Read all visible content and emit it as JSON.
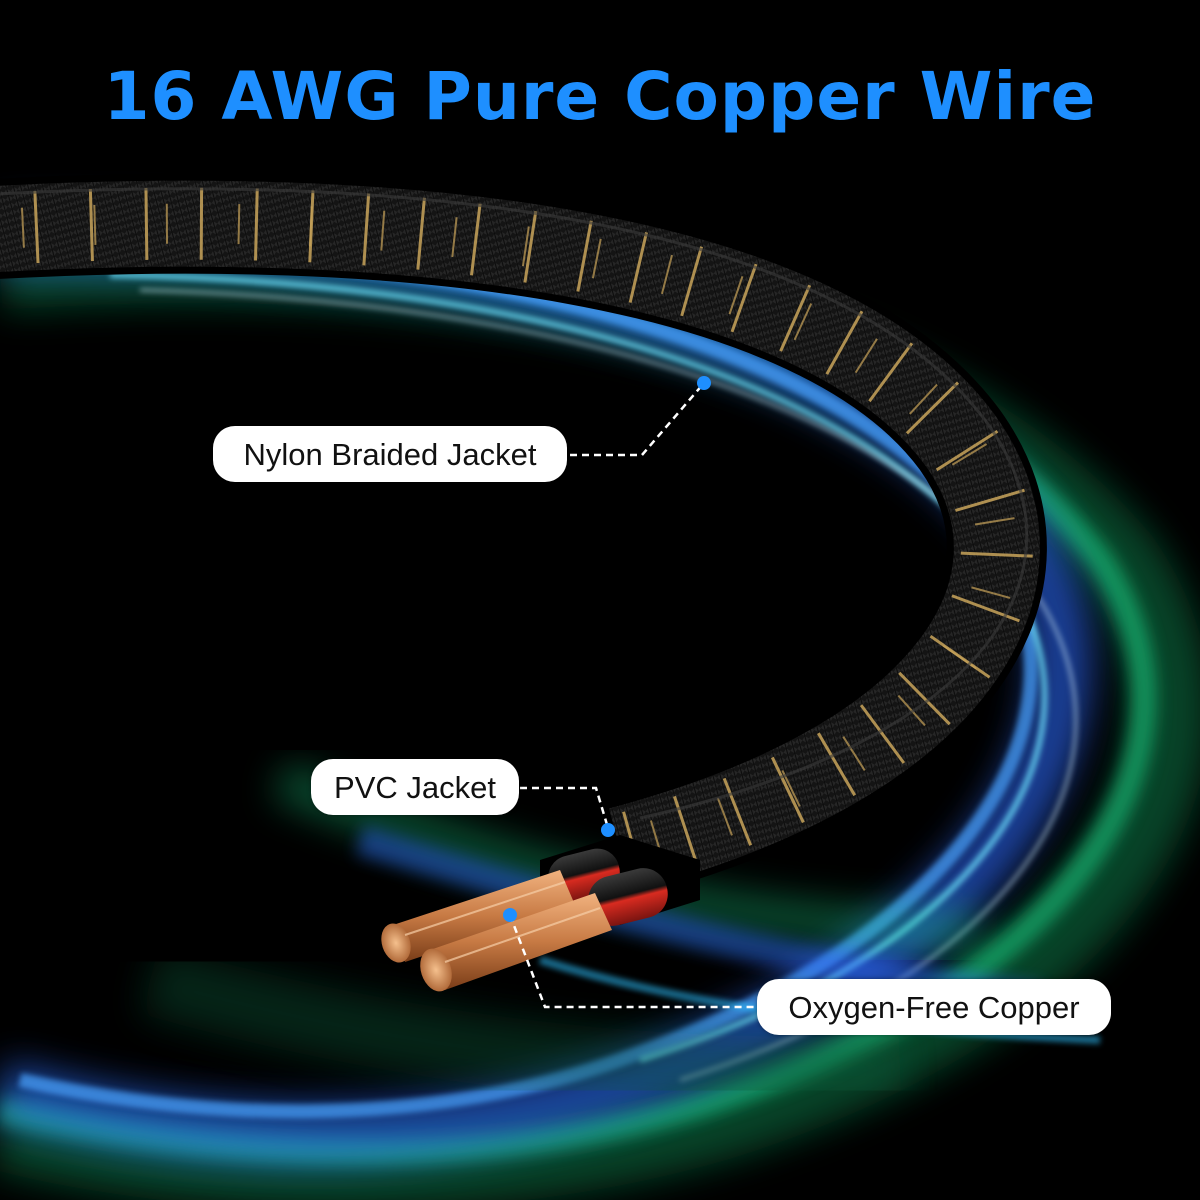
{
  "headline": "16 AWG Pure Copper Wire",
  "callouts": {
    "nylon_jacket": "Nylon Braided Jacket",
    "pvc_jacket": "PVC Jacket",
    "oxygen_free_copper": "Oxygen-Free Copper"
  },
  "colors": {
    "background": "#000000",
    "headline": "#1e8fff",
    "label_background": "#ffffff",
    "label_text": "#111111",
    "marker_dot": "#1e8fff",
    "braid_base": "#151515",
    "braid_gold": "#c9a45a",
    "copper": "#c77a44",
    "pvc_red": "#e02a1f",
    "light_green": "#1fd98a",
    "light_blue": "#2d6cff",
    "light_cyan": "#6fe6ff"
  }
}
